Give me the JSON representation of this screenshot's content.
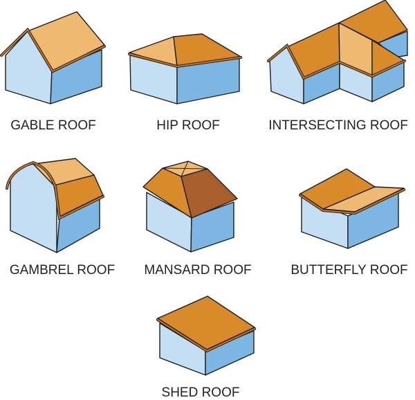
{
  "labels": {
    "gable": "GABLE ROOF",
    "hip": "HIP ROOF",
    "intersecting": "INTERSECTING ROOF",
    "gambrel": "GAMBREL ROOF",
    "mansard": "MANSARD ROOF",
    "butterfly": "BUTTERFLY ROOF",
    "shed": "SHED ROOF"
  },
  "colors": {
    "wall_light": "#c4def4",
    "wall_dark": "#7db6e2",
    "roof_light": "#f0b971",
    "roof_dark": "#d98b2c",
    "roof_brown": "#a95f2b"
  }
}
